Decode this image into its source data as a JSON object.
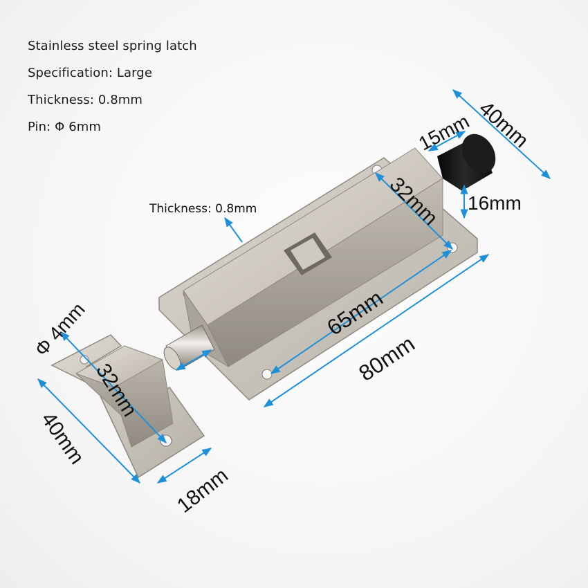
{
  "specs": {
    "product": "Stainless steel spring latch",
    "specification": "Specification: Large",
    "thickness": "Thickness: 0.8mm",
    "pin": "Pin: Φ 6mm"
  },
  "callouts": {
    "thickness": "Thickness: 0.8mm"
  },
  "dimensions": {
    "body_width": "40mm",
    "knob_length": "15mm",
    "knob_height": "16mm",
    "body_hole_spacing": "32mm",
    "hole_spacing_long": "65mm",
    "total_length": "80mm",
    "hole_diameter": "Φ 4mm",
    "keeper_hole_spacing": "32mm",
    "keeper_width": "40mm",
    "keeper_depth": "18mm"
  },
  "colors": {
    "dimension_line": "#1e90d8",
    "text": "#111111",
    "steel_light": "#d8d4cc",
    "steel_mid": "#bdb8ae",
    "steel_dark": "#8c877e",
    "knob": "#161616",
    "background": "#f7f7f7"
  }
}
